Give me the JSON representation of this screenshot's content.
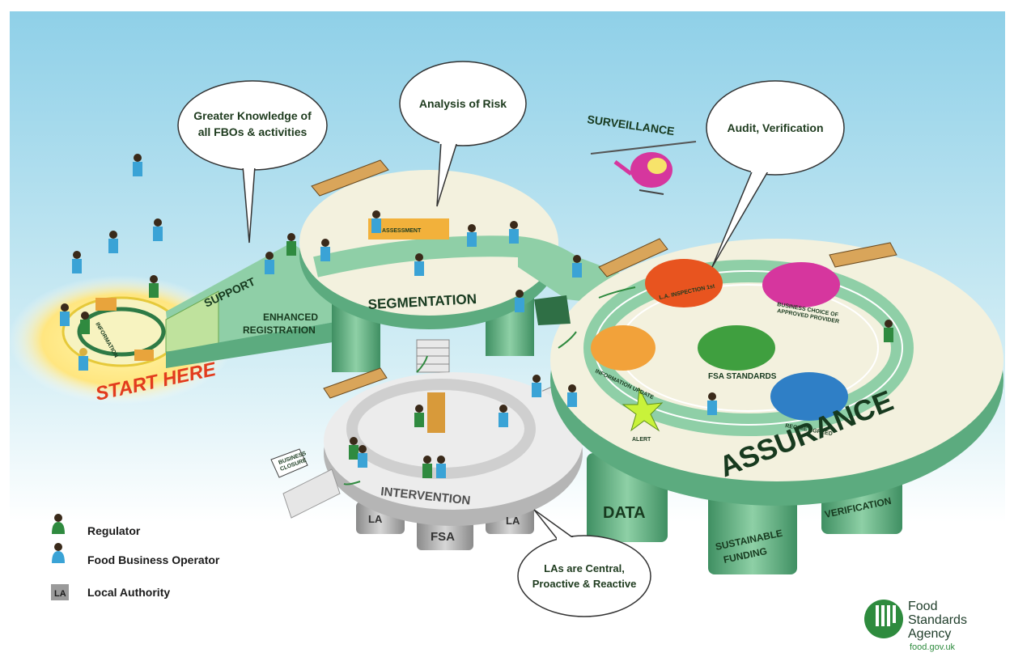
{
  "bubbles": {
    "knowledge": [
      "Greater Knowledge of",
      "all FBOs & activities"
    ],
    "risk": "Analysis of Risk",
    "audit": "Audit, Verification",
    "las": [
      "LAs are Central,",
      "Proactive & Reactive"
    ]
  },
  "labels": {
    "surveillance": "SURVEILLANCE",
    "assessment": "ASSESSMENT",
    "support": "SUPPORT",
    "enhanced_registration": [
      "ENHANCED",
      "REGISTRATION"
    ],
    "segmentation": "SEGMENTATION",
    "information": "INFORMATION",
    "start_here": "START HERE",
    "intervention": "INTERVENTION",
    "business_closure": [
      "BUSINESS",
      "CLOSURE"
    ],
    "assurance": "ASSURANCE",
    "la_inspection": "L.A. INSPECTION 1st",
    "business_choice": [
      "BUSINESS CHOICE OF",
      "APPROVED PROVIDER"
    ],
    "fsa_standards": "FSA STANDARDS",
    "information_update": "INFORMATION UPDATE",
    "alert": "ALERT",
    "regime_agreed": "REGIME AGREED",
    "data": "DATA",
    "sustainable_funding": [
      "SUSTAINABLE",
      "FUNDING"
    ],
    "verification": "VERIFICATION",
    "pillar_la_1": "LA",
    "pillar_fsa": "FSA",
    "pillar_la_2": "LA"
  },
  "legend": {
    "regulator": "Regulator",
    "fbo": "Food Business Operator",
    "la_badge": "LA",
    "la_text": "Local Authority"
  },
  "logo": {
    "line1": "Food",
    "line2": "Standards",
    "line3": "Agency",
    "url": "food.gov.uk"
  },
  "colors": {
    "sky_top": "#8fd0e8",
    "platform_top": "#f3f1de",
    "platform_side": "#5cab7f",
    "dark_green": "#1f6b3a",
    "regulator_green": "#2f8a3f",
    "fbo_blue": "#3aa3d6",
    "start_here_red": "#e23b1d",
    "la_grey": "#9a9a9a"
  }
}
